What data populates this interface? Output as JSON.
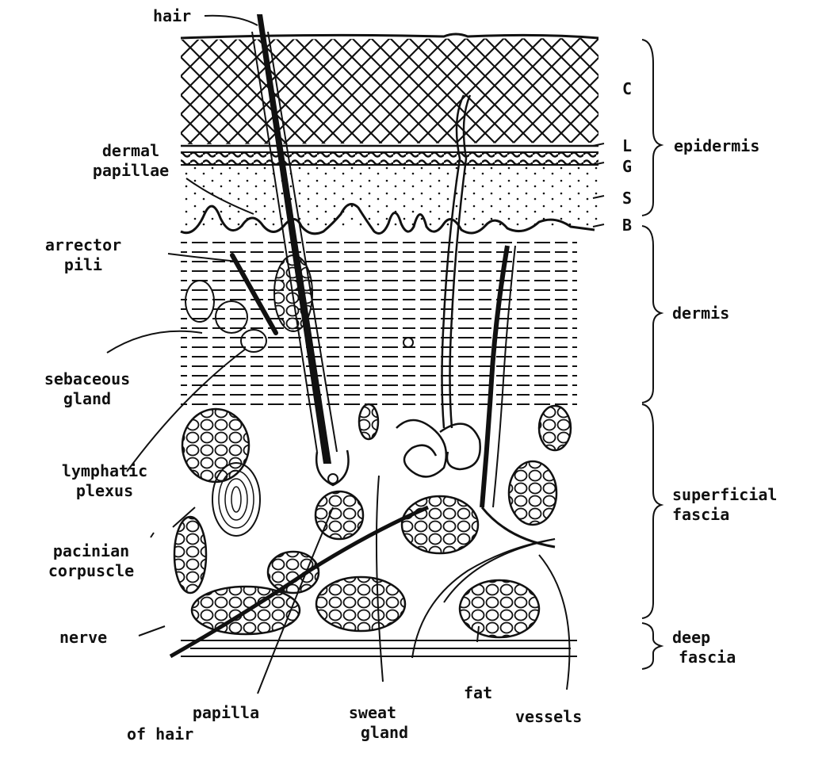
{
  "diagram": {
    "left_labels": {
      "hair": "hair",
      "dermal_papillae": [
        "dermal",
        "papillae"
      ],
      "arrector_pili": [
        "arrector",
        "pili"
      ],
      "sebaceous_gland": [
        "sebaceous",
        "gland"
      ],
      "lymphatic_plexus": [
        "lymphatic",
        "plexus"
      ],
      "pacinian_corpuscle": [
        "pacinian",
        "corpuscle"
      ],
      "nerve": "nerve"
    },
    "bottom_labels": {
      "papilla_of_hair": [
        "papilla",
        "of hair"
      ],
      "sweat_gland": [
        "sweat",
        "gland"
      ],
      "fat": "fat",
      "vessels": "vessels"
    },
    "sublayers": {
      "C": "C",
      "L": "L",
      "G": "G",
      "S": "S",
      "B": "B"
    },
    "layers": {
      "epidermis": "epidermis",
      "dermis": "dermis",
      "superficial_fascia": [
        "superficial",
        "fascia"
      ],
      "deep_fascia": [
        "deep",
        "fascia"
      ]
    },
    "colors": {
      "ink": "#111111",
      "paper": "#ffffff"
    }
  }
}
